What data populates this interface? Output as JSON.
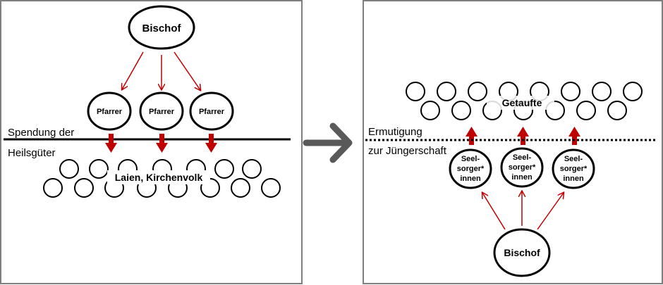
{
  "left_panel": {
    "top_node": "Bischof",
    "middle_nodes": [
      "Pfarrer",
      "Pfarrer",
      "Pfarrer"
    ],
    "line_label_top": "Spendung der",
    "line_label_bottom": "Heilsgüter",
    "crowd_label": "Laien, Kirchenvolk"
  },
  "right_panel": {
    "crowd_label": "Getaufte",
    "line_label_top": "Ermutigung",
    "line_label_bottom": "zur Jüngerschaft",
    "middle_nodes": [
      {
        "l1": "Seel-",
        "l2": "sorger*",
        "l3": "innen"
      },
      {
        "l1": "Seel-",
        "l2": "sorger*",
        "l3": "innen"
      },
      {
        "l1": "Seel-",
        "l2": "sorger*",
        "l3": "innen"
      }
    ],
    "bottom_node": "Bischof"
  },
  "colors": {
    "arrow_red": "#c00000",
    "transition_arrow": "#595959",
    "frame": "#7f7f7f"
  },
  "icons": {
    "transition": "right-chevron-arrow-icon"
  }
}
